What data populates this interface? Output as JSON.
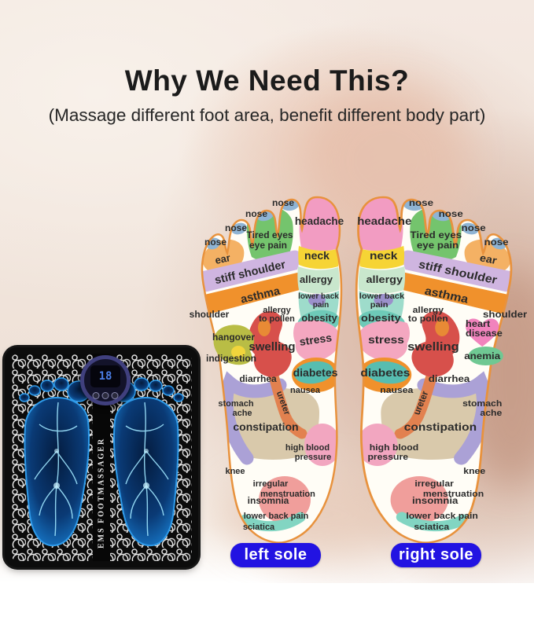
{
  "header": {
    "title": "Why We Need This?",
    "subtitle": "(Massage different foot area, benefit different body part)"
  },
  "soles": {
    "left_button": "left sole",
    "right_button": "right sole"
  },
  "product": {
    "side_label": "EMS FOOTMASSAGER",
    "display_value": "18"
  },
  "diagram": {
    "type": "foot-reflexology-map",
    "zones": {
      "nose": "nose",
      "headache": "headache",
      "tired_eyes1": "Tired eyes",
      "tired_eyes2": "eye pain",
      "ear": "ear",
      "neck": "neck",
      "stiff_shoulder": "stiff shoulder",
      "asthma": "asthma",
      "allergy": "allergy",
      "lower_back1": "lower back",
      "lower_back2": "pain",
      "shoulder": "shoulder",
      "allergy_pollen1": "allergy",
      "allergy_pollen2": "to pollen",
      "obesity": "obesity",
      "hangover": "hangover",
      "heart1": "heart",
      "heart2": "disease",
      "stress": "stress",
      "swelling": "swelling",
      "anemia": "anemia",
      "indigestion": "indigestion",
      "diarrhea": "diarrhea",
      "diabetes": "diabetes",
      "nausea": "nausea",
      "ureter": "ureter",
      "stomach1": "stomach",
      "stomach2": "ache",
      "constipation": "constipation",
      "hbp1": "high blood",
      "hbp2": "pressure",
      "knee": "knee",
      "irregular1": "irregular",
      "irregular2": "menstruation",
      "insomnia": "insomnia",
      "lbp_bottom": "lower back pain",
      "sciatica": "sciatica"
    },
    "left_sole_zones": [
      "nose",
      "nose",
      "nose",
      "nose",
      "headache",
      "Tired eyes eye pain",
      "ear",
      "neck",
      "stiff shoulder",
      "asthma",
      "allergy",
      "lower back pain",
      "shoulder",
      "allergy to pollen",
      "obesity",
      "hangover",
      "swelling",
      "stress",
      "indigestion",
      "diarrhea",
      "diabetes",
      "nausea",
      "ureter",
      "stomach ache",
      "constipation",
      "high blood pressure",
      "knee",
      "irregular menstruation",
      "insomnia",
      "lower back pain",
      "sciatica"
    ],
    "right_sole_zones": [
      "nose",
      "nose",
      "nose",
      "nose",
      "headache",
      "Tired eyes eye pain",
      "ear",
      "neck",
      "stiff shoulder",
      "asthma",
      "allergy",
      "lower back pain",
      "shoulder",
      "allergy to pollen",
      "obesity",
      "heart disease",
      "swelling",
      "stress",
      "anemia",
      "diarrhea",
      "diabetes",
      "nausea",
      "ureter",
      "stomach ache",
      "constipation",
      "high blood pressure",
      "knee",
      "irregular menstruation",
      "insomnia",
      "lower back pain",
      "sciatica"
    ],
    "colors": {
      "foot_outline": "#e8923d",
      "foot_fill": "#fffdf6",
      "nose": "#8fb4d4",
      "headache": "#f29cc2",
      "tired_eyes": "#74c46d",
      "ear": "#f4b164",
      "neck": "#f6d435",
      "stiff_shoulder": "#cfb5e0",
      "asthma": "#f0912c",
      "allergy": "#c9e7cd",
      "lower_back": "#9edccb",
      "lower_back_dot": "#9b90cb",
      "shoulder": "#f2a6c0",
      "allergy_pollen": "#e88a35",
      "obesity": "#6ecab8",
      "hangover": "#b9bd45",
      "heart_disease": "#f183bd",
      "stress": "#f4a7c0",
      "swelling": "#d7504b",
      "anemia": "#6fc893",
      "indigestion": "#f1d53c",
      "diarrhea": "#aba1d6",
      "diabetes": "#57bdb0",
      "diabetes_ring": "#f0912c",
      "ureter": "#e2814f",
      "constipation": "#d9c9ab",
      "high_blood_pressure": "#f2a6c0",
      "knee": "#b7c343",
      "irregular_menstruation": "#f09e9b",
      "lbp_bottom": "#82d5c2",
      "button_blue": "#2213e2"
    }
  }
}
